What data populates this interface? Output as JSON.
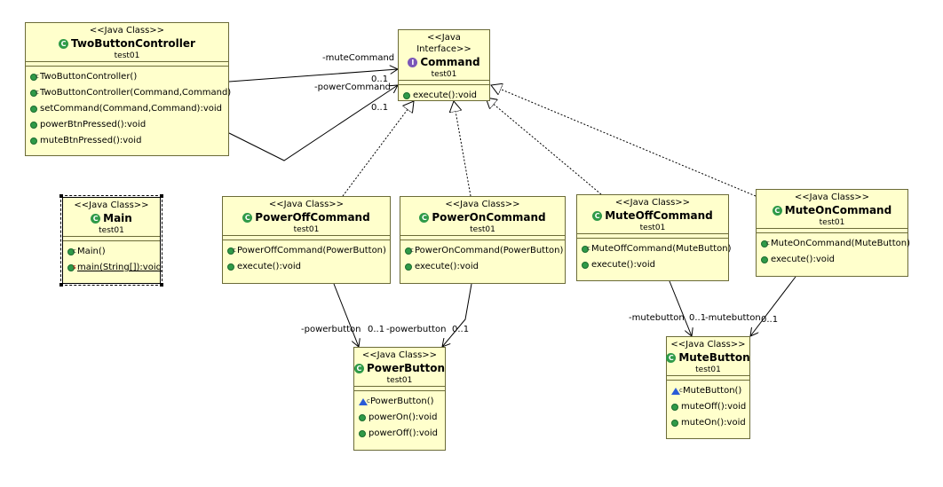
{
  "classes": {
    "two_button_controller": {
      "stereotype": "<<Java Class>>",
      "name": "TwoButtonController",
      "package": "test01",
      "operations": [
        "TwoButtonController()",
        "TwoButtonController(Command,Command)",
        "setCommand(Command,Command):void",
        "powerBtnPressed():void",
        "muteBtnPressed():void"
      ]
    },
    "command": {
      "stereotype": "<<Java Interface>>",
      "name": "Command",
      "package": "test01",
      "operations": [
        "execute():void"
      ]
    },
    "main": {
      "stereotype": "<<Java Class>>",
      "name": "Main",
      "package": "test01",
      "operations": [
        "Main()",
        "main(String[]):void"
      ]
    },
    "power_off_command": {
      "stereotype": "<<Java Class>>",
      "name": "PowerOffCommand",
      "package": "test01",
      "operations": [
        "PowerOffCommand(PowerButton)",
        "execute():void"
      ]
    },
    "power_on_command": {
      "stereotype": "<<Java Class>>",
      "name": "PowerOnCommand",
      "package": "test01",
      "operations": [
        "PowerOnCommand(PowerButton)",
        "execute():void"
      ]
    },
    "mute_off_command": {
      "stereotype": "<<Java Class>>",
      "name": "MuteOffCommand",
      "package": "test01",
      "operations": [
        "MuteOffCommand(MuteButton)",
        "execute():void"
      ]
    },
    "mute_on_command": {
      "stereotype": "<<Java Class>>",
      "name": "MuteOnCommand",
      "package": "test01",
      "operations": [
        "MuteOnCommand(MuteButton)",
        "execute():void"
      ]
    },
    "power_button": {
      "stereotype": "<<Java Class>>",
      "name": "PowerButton",
      "package": "test01",
      "operations": [
        "PowerButton()",
        "powerOn():void",
        "powerOff():void"
      ]
    },
    "mute_button": {
      "stereotype": "<<Java Class>>",
      "name": "MuteButton",
      "package": "test01",
      "operations": [
        "MuteButton()",
        "muteOff():void",
        "muteOn():void"
      ]
    }
  },
  "labels": {
    "mute_command": "-muteCommand",
    "mute_command_mult": "0..1",
    "power_command": "-powerCommand",
    "power_command_mult": "0..1",
    "poweroff_role": "-powerbutton",
    "poweroff_mult": "0..1",
    "poweron_role": "-powerbutton",
    "poweron_mult": "0..1",
    "muteoff_role": "-mutebutton",
    "muteoff_mult": "0..1",
    "muteon_role": "-mutebutton",
    "muteon_mult": "0..1"
  },
  "icons": {
    "class": "class-icon",
    "interface": "interface-icon",
    "public_method": "public-method-icon",
    "constructor": "constructor-icon",
    "static_method": "static-method-icon",
    "package_constructor": "package-constructor-icon"
  },
  "colors": {
    "box_fill": "#ffffcc",
    "box_border": "#6b6b38",
    "method_icon": "#2f9a48",
    "interface_icon": "#7a56b8",
    "package_icon": "#2a5bd7"
  }
}
